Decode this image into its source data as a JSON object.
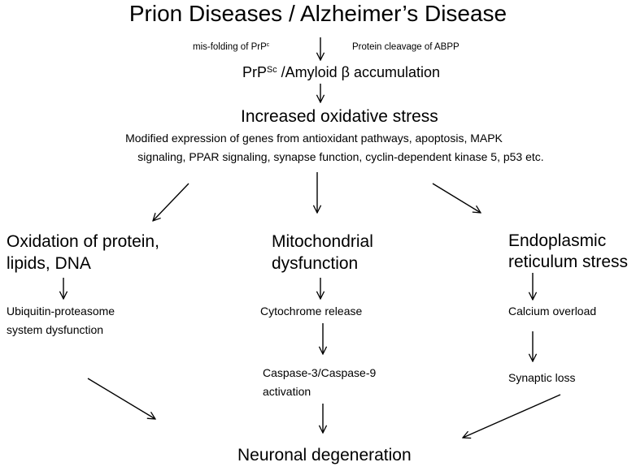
{
  "title": "Prion Diseases / Alzheimer’s Disease",
  "trigger_left": {
    "text": "mis-folding of PrP",
    "sup": "c"
  },
  "trigger_right": "Protein cleavage of ABPP",
  "accumulation": {
    "prefix": "PrP",
    "sup": "Sc",
    "suffix": " /Amyloid β accumulation"
  },
  "oxidative_stress": {
    "heading": "Increased oxidative stress",
    "line1": "Modified expression of genes from antioxidant pathways, apoptosis, MAPK",
    "line2": "signaling, PPAR signaling, synapse function, cyclin-dependent kinase 5, p53 etc."
  },
  "branches": {
    "left": {
      "heading_line1": "Oxidation of protein,",
      "heading_line2": "lipids, DNA",
      "steps": [
        {
          "line1": "Ubiquitin-proteasome",
          "line2": "system dysfunction"
        }
      ]
    },
    "middle": {
      "heading_line1": "Mitochondrial",
      "heading_line2": "dysfunction",
      "steps": [
        {
          "line1": "Cytochrome release"
        },
        {
          "line1": "Caspase-3/Caspase-9",
          "line2": "activation"
        }
      ]
    },
    "right": {
      "heading_line1": "Endoplasmic",
      "heading_line2": "reticulum stress",
      "steps": [
        {
          "line1": "Calcium overload"
        },
        {
          "line1": "Synaptic loss"
        }
      ]
    }
  },
  "outcome": "Neuronal degeneration",
  "colors": {
    "text": "#000000",
    "arrow": "#000000",
    "background": "#ffffff"
  }
}
